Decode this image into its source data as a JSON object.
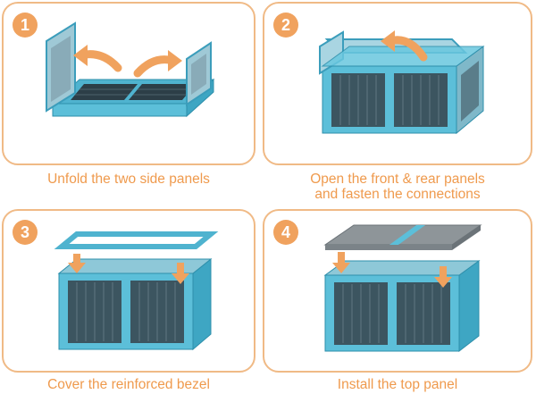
{
  "colors": {
    "accent": "#f0a25e",
    "caption": "#ef9a4d",
    "border": "#f0ba86",
    "box": "#5cbfd9"
  },
  "steps": [
    {
      "number": "1",
      "caption_lines": [
        "Unfold the two side panels"
      ]
    },
    {
      "number": "2",
      "caption_lines": [
        "Open the front & rear panels",
        "and fasten the connections"
      ]
    },
    {
      "number": "3",
      "caption_lines": [
        "Cover the reinforced bezel"
      ]
    },
    {
      "number": "4",
      "caption_lines": [
        "Install the top panel"
      ]
    }
  ]
}
